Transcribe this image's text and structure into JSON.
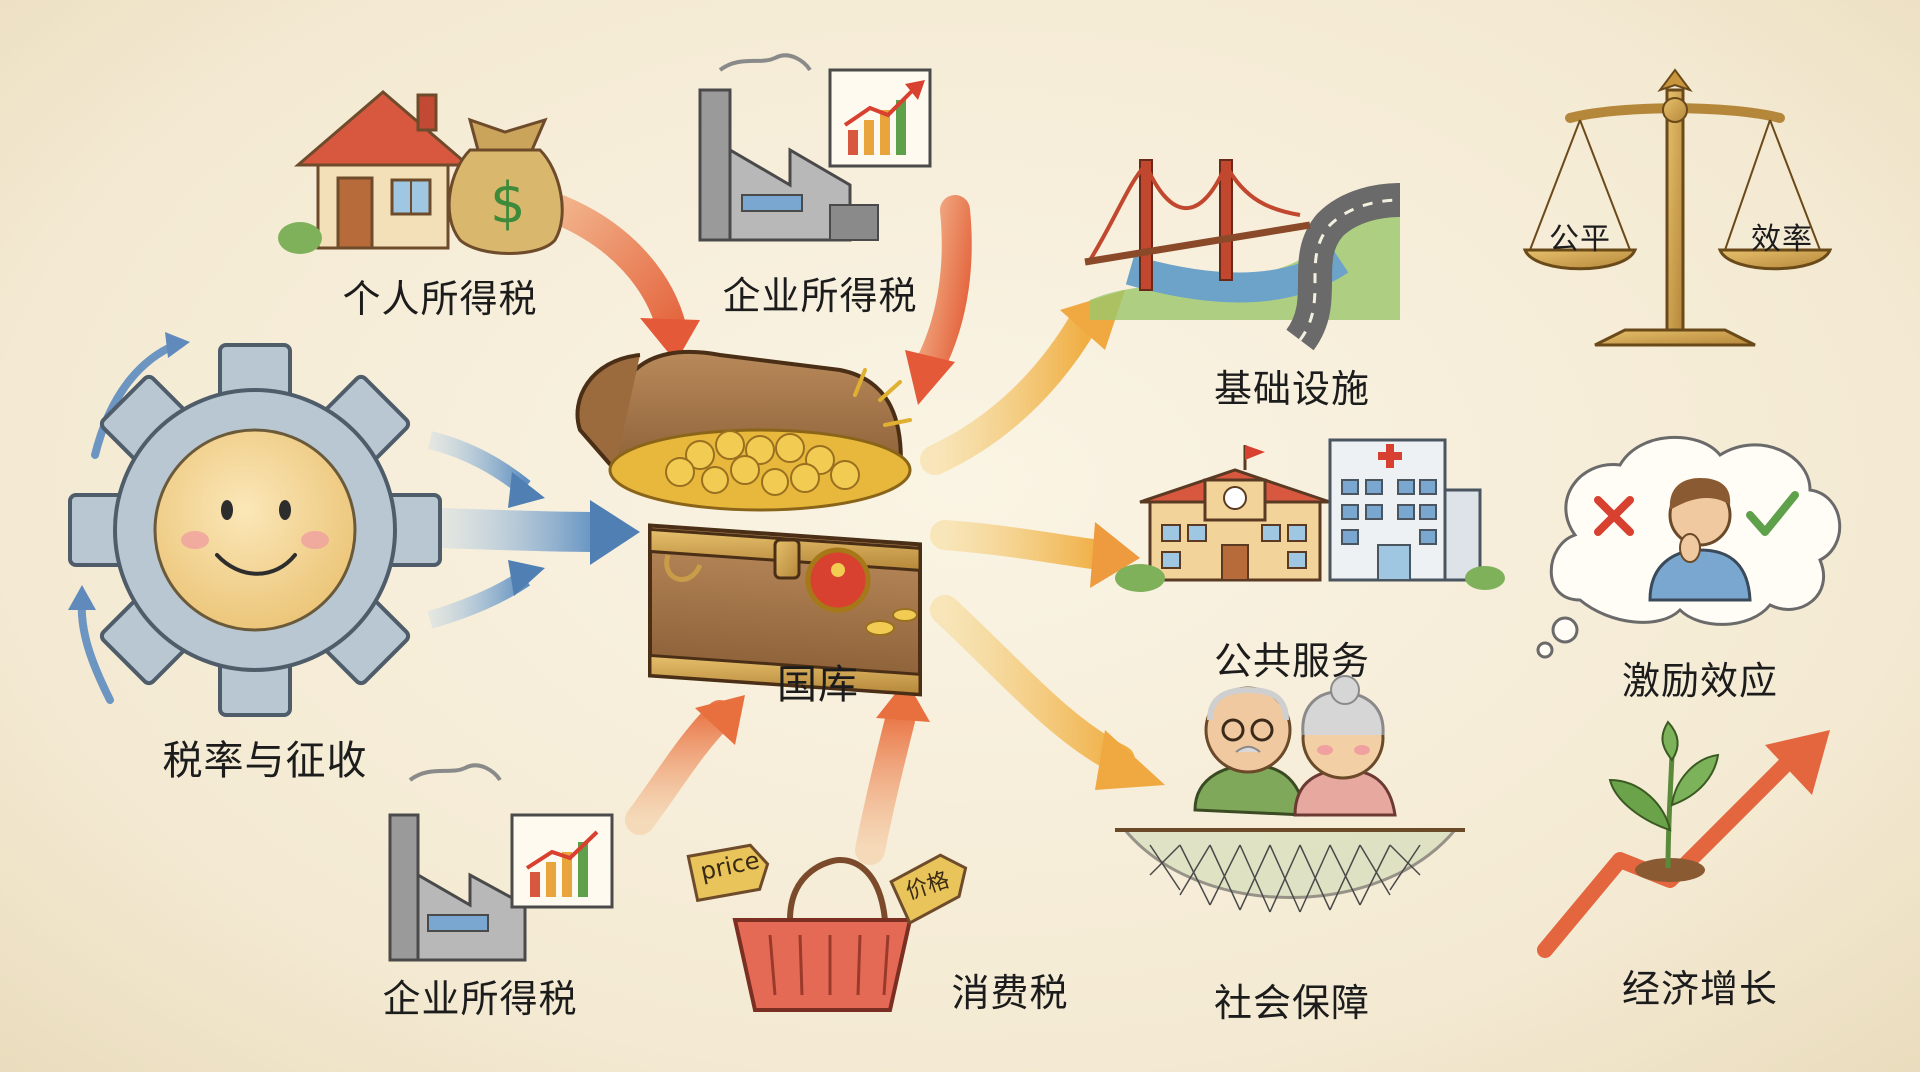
{
  "nodes": {
    "personal_income_tax": "个人所得税",
    "corporate_income_tax_top": "企业所得税",
    "tax_rate_collection": "税率与征收",
    "treasury": "国库",
    "corporate_income_tax_bottom": "企业所得税",
    "consumption_tax": "消费税",
    "infrastructure": "基础设施",
    "public_services": "公共服务",
    "social_security": "社会保障",
    "incentive_effect": "激励效应",
    "economic_growth": "经济增长"
  },
  "scale": {
    "left_pan": "公平",
    "right_pan": "效率"
  },
  "price_tags": {
    "english": "price",
    "chinese": "价格"
  },
  "icons": {
    "dollar_sign": "$"
  },
  "colors": {
    "background": "#f6eedb",
    "arrow_inflow": "#e8825a",
    "arrow_blue": "#5b87b8",
    "arrow_outflow": "#f0b550",
    "gold": "#e5b53a",
    "red": "#d84437",
    "green": "#6ba34a"
  }
}
